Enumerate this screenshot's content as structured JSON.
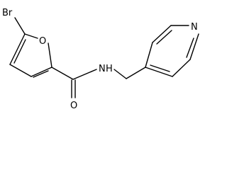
{
  "molecule": {
    "atoms": {
      "bromine": "Br",
      "furan_oxygen": "O",
      "amide_nitrogen": "N",
      "amide_hydrogen": "H",
      "carbonyl_oxygen": "O",
      "pyridine_nitrogen": "N"
    }
  }
}
